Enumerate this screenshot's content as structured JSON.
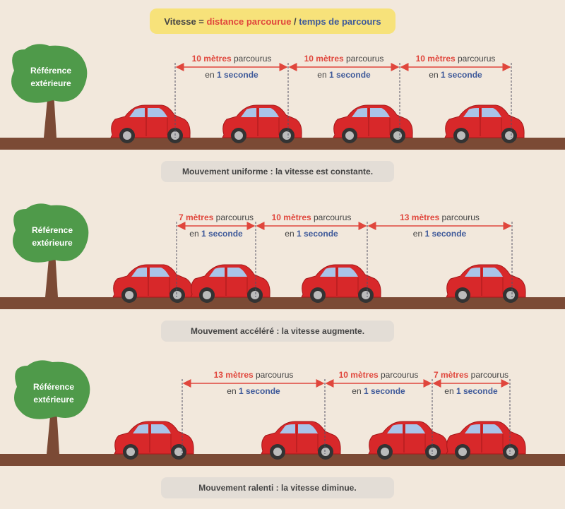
{
  "formula": {
    "prefix": "Vitesse = ",
    "distance": "distance parcourue",
    "sep": " / ",
    "time": "temps de parcours"
  },
  "tree_label": [
    "Référence",
    "extérieure"
  ],
  "unit_top": " parcourus",
  "unit_bottom_prefix": "en ",
  "unit_bottom_value": "1",
  "unit_bottom_suffix": " seconde",
  "rows": [
    {
      "caption": "Mouvement uniforme : la vitesse est constante.",
      "segments": [
        {
          "meters": "10 mètres"
        },
        {
          "meters": "10 mètres"
        },
        {
          "meters": "10 mètres"
        }
      ]
    },
    {
      "caption": "Mouvement accéléré : la vitesse augmente.",
      "segments": [
        {
          "meters": "7 mètres"
        },
        {
          "meters": "10 mètres"
        },
        {
          "meters": "13 mètres"
        }
      ]
    },
    {
      "caption": "Mouvement ralenti : la vitesse diminue.",
      "segments": [
        {
          "meters": "13 mètres"
        },
        {
          "meters": "10 mètres"
        },
        {
          "meters": "7 mètres"
        }
      ]
    }
  ],
  "colors": {
    "red": "#e0463c",
    "blue": "#3f5a9a",
    "car": "#d8282a",
    "ground": "#7b4a35",
    "tree": "#4f9a4a",
    "formula_bg": "#f7e27a",
    "caption_bg": "#e3ddd6"
  }
}
